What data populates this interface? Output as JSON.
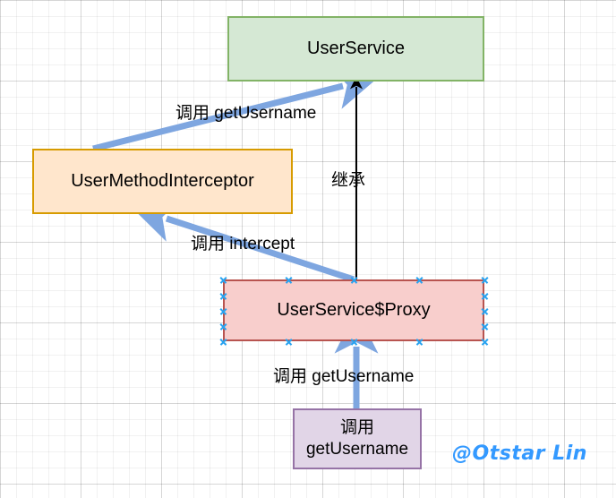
{
  "diagram": {
    "type": "uml-sequence-like-class-diagram",
    "background": "grid-canvas",
    "nodes": [
      {
        "id": "userservice",
        "label": "UserService",
        "fill": "#d5e8d4",
        "stroke": "#82b366"
      },
      {
        "id": "interceptor",
        "label": "UserMethodInterceptor",
        "fill": "#ffe6cc",
        "stroke": "#d79b00"
      },
      {
        "id": "proxy",
        "label": "UserService$Proxy",
        "fill": "#f8cecc",
        "stroke": "#b85450",
        "selected": true
      },
      {
        "id": "call",
        "label": "调用\ngetUsername",
        "fill": "#e1d5e7",
        "stroke": "#9673a6"
      }
    ],
    "edges": [
      {
        "id": "interceptor-to-userservice",
        "label": "调用 getUsername",
        "from": "interceptor",
        "to": "userservice",
        "color": "#7ea6e0"
      },
      {
        "id": "proxy-to-interceptor",
        "label": "调用 intercept",
        "from": "proxy",
        "to": "interceptor",
        "color": "#7ea6e0"
      },
      {
        "id": "proxy-to-userservice",
        "label": "继承",
        "from": "proxy",
        "to": "userservice",
        "color": "#000000"
      },
      {
        "id": "call-to-proxy",
        "label": "调用 getUsername",
        "from": "call",
        "to": "proxy",
        "color": "#7ea6e0"
      }
    ],
    "watermark": {
      "text": "@Otstar Lin",
      "color": "#3399ff"
    }
  }
}
